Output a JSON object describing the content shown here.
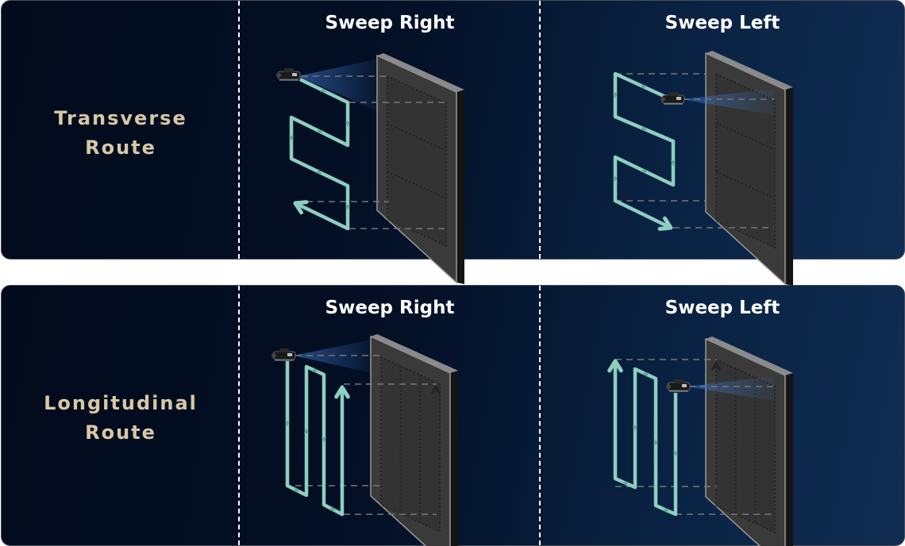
{
  "rows": [
    {
      "label_line1": "Transverse",
      "label_line2": "Route",
      "left_title": "Sweep Right",
      "right_title": "Sweep Left"
    },
    {
      "label_line1": "Longitudinal",
      "label_line2": "Route",
      "left_title": "Sweep Right",
      "right_title": "Sweep Left"
    }
  ],
  "colors": {
    "route": "#8ecfc0",
    "label": "#d8c7a6",
    "wall": "#3a3a3a"
  }
}
